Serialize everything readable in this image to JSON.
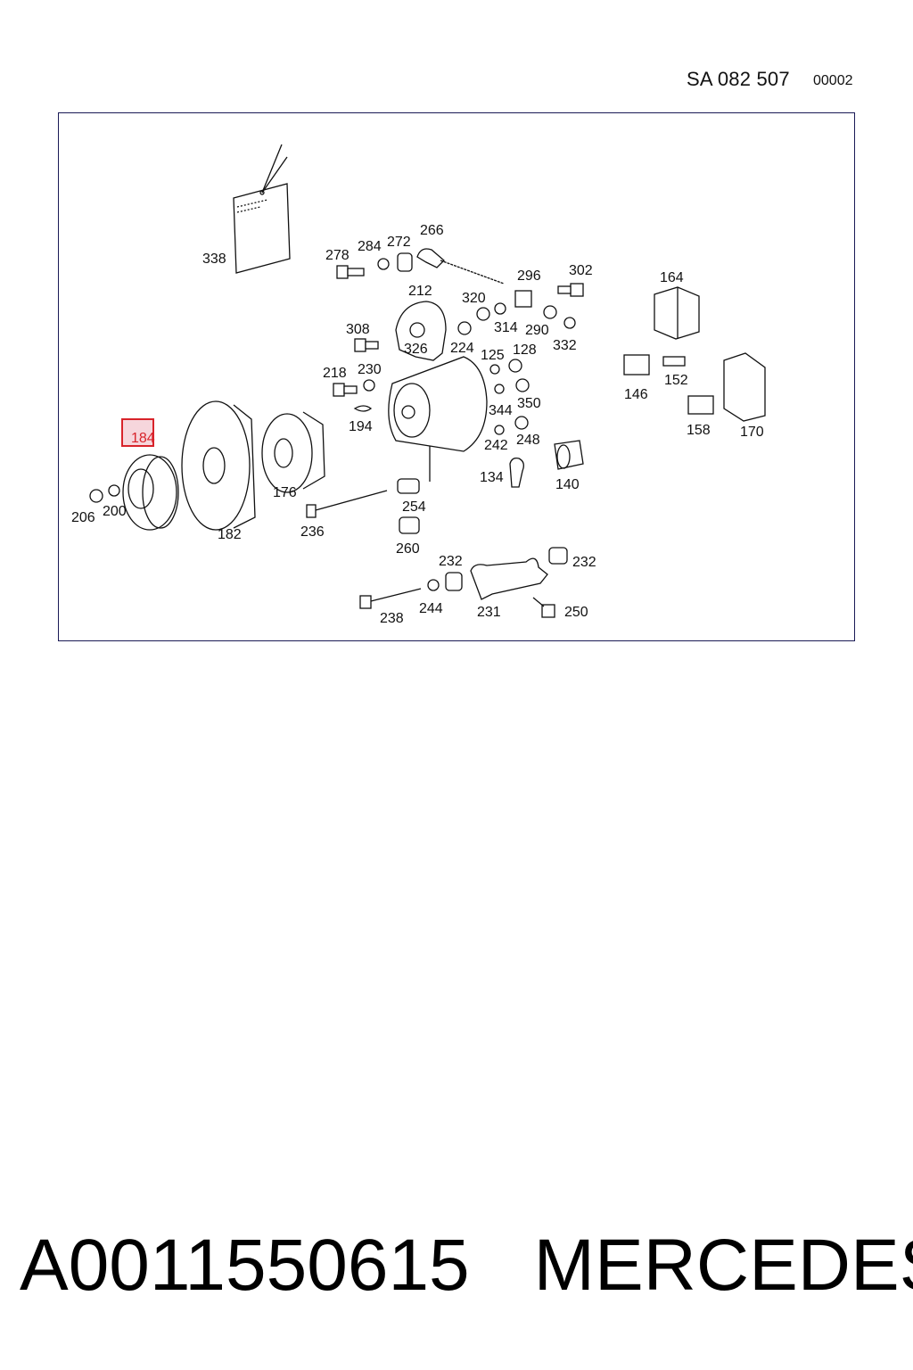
{
  "header": {
    "code": "SA 082 507",
    "sheet": "00002"
  },
  "highlight": {
    "label": "184"
  },
  "labels": {
    "l338": "338",
    "l278": "278",
    "l284": "284",
    "l272": "272",
    "l266": "266",
    "l296": "296",
    "l302": "302",
    "l164": "164",
    "l212": "212",
    "l320": "320",
    "l314": "314",
    "l290": "290",
    "l332": "332",
    "l308": "308",
    "l326": "326",
    "l224": "224",
    "l125": "125",
    "l128": "128",
    "l218": "218",
    "l230": "230",
    "l146": "146",
    "l152": "152",
    "l344": "344",
    "l350": "350",
    "l194": "194",
    "l242": "242",
    "l248": "248",
    "l158": "158",
    "l170": "170",
    "l134": "134",
    "l140": "140",
    "l176": "176",
    "l206": "206",
    "l200": "200",
    "l182": "182",
    "l236": "236",
    "l254": "254",
    "l260": "260",
    "l232a": "232",
    "l232b": "232",
    "l238": "238",
    "l244": "244",
    "l231": "231",
    "l250": "250"
  },
  "footer": {
    "part_number": "A0011550615",
    "brand": "MERCEDES"
  }
}
